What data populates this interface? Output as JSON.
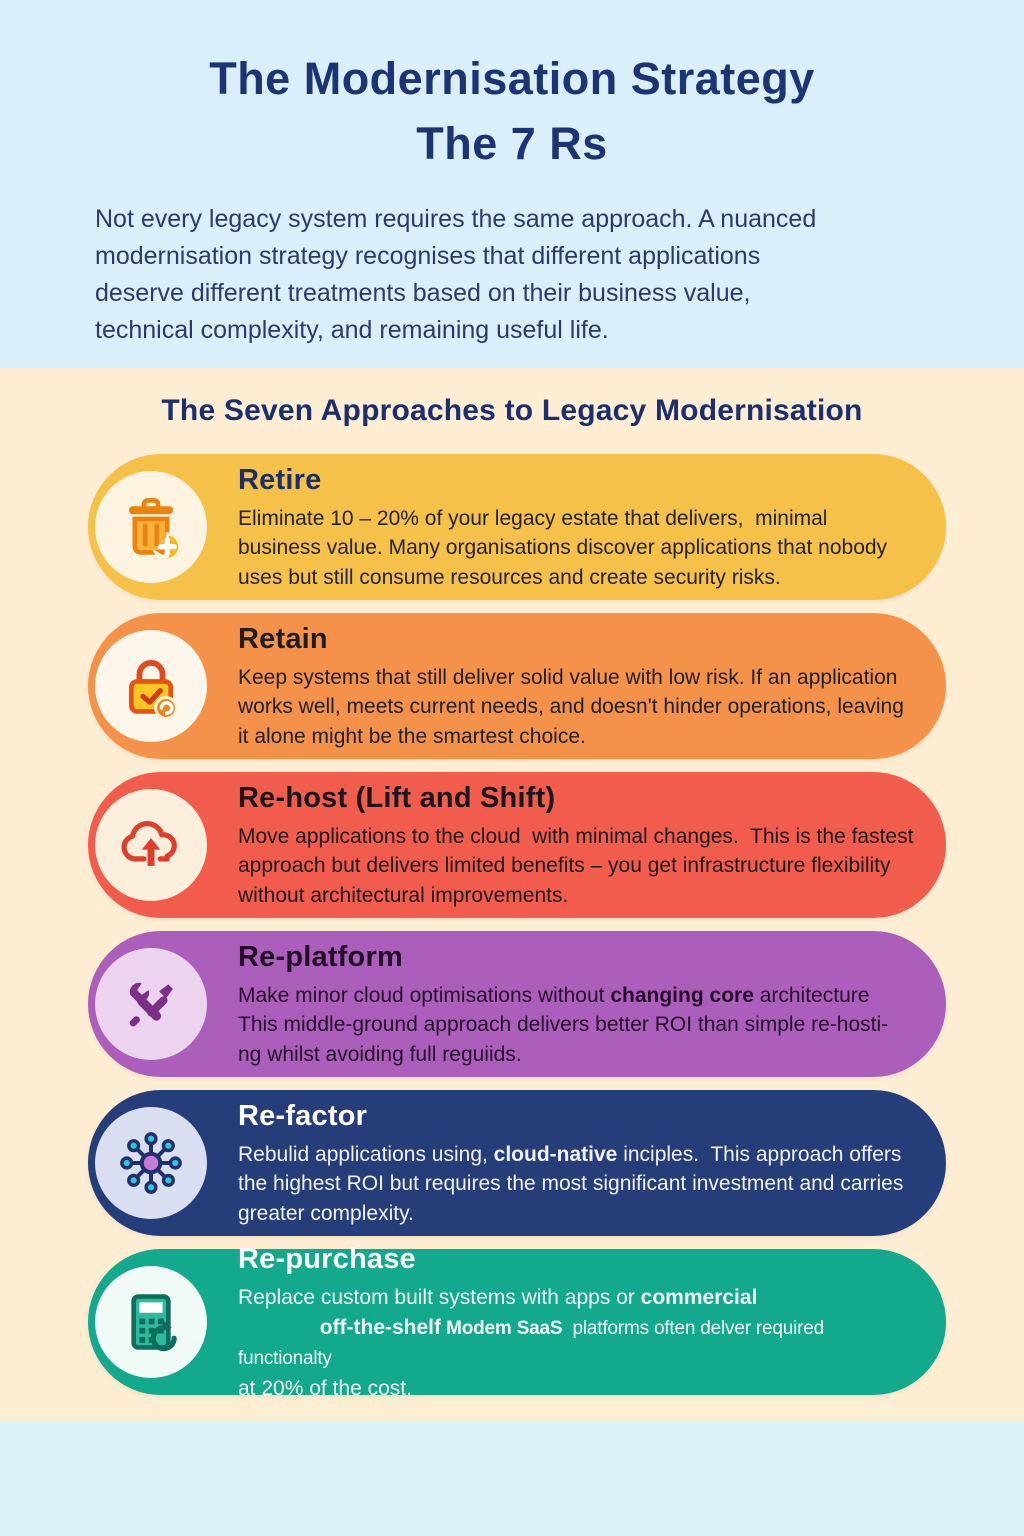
{
  "hero": {
    "title_line1": "The Modernisation Strategy",
    "title_line2": "The 7 Rs",
    "intro_lines": [
      {
        "text": "Not every legacy system requires the same approach. A nuanced"
      },
      {
        "br": true
      },
      {
        "text": "modernisation strategy recognises that different applications"
      },
      {
        "br": true
      },
      {
        "text": "deserve different treatments based on their business value,"
      },
      {
        "br": true
      },
      {
        "text": "technical complexity, and remaining useful life."
      }
    ]
  },
  "section": {
    "heading": "The Seven Approaches to Legacy Modernisation"
  },
  "cards": [
    {
      "title": "Retire",
      "icon": "trash-icon",
      "colors": {
        "bg": "#f6c149",
        "circle": "#fcf3e1",
        "title": "#1b2e6e",
        "text": "#23232e"
      },
      "description": [
        {
          "text": "Eliminate 10 – 20% of your legacy estate that delivers,  minimal"
        },
        {
          "br": true
        },
        {
          "text": "business value. Many organisations discover applications that nobody"
        },
        {
          "br": true
        },
        {
          "text": "uses but still consume resources and create security risks."
        }
      ]
    },
    {
      "title": "Retain",
      "icon": "lock-icon",
      "colors": {
        "bg": "#f5924a",
        "circle": "#fdf6ea",
        "title": "#1e1e26",
        "text": "#1f1f26"
      },
      "description": [
        {
          "text": "Keep systems that still deliver solid value with low risk. If an application"
        },
        {
          "br": true
        },
        {
          "text": "works well, meets current needs, and doesn't hinder operations, leaving"
        },
        {
          "br": true
        },
        {
          "text": "it alone might be the smartest choice."
        }
      ]
    },
    {
      "title": "Re-host (Lift and Shift)",
      "icon": "cloud-upload-icon",
      "colors": {
        "bg": "#f25c4d",
        "circle": "#fbefdc",
        "title": "#17171d",
        "text": "#1b1b20"
      },
      "description": [
        {
          "text": "Move applications to the cloud  with minimal changes.  This is the fastest"
        },
        {
          "br": true
        },
        {
          "text": "approach but delivers limited benefits – you get infrastructure flexibility"
        },
        {
          "br": true
        },
        {
          "text": "without architectural improvements."
        }
      ]
    },
    {
      "title": "Re-platform",
      "icon": "tools-icon",
      "colors": {
        "bg": "#ab5fba",
        "circle": "#ecd4ef",
        "title": "#220e27",
        "text": "#270e2c"
      },
      "description": [
        {
          "text": "Make minor cloud optimisations without "
        },
        {
          "text": "changing core",
          "b": true
        },
        {
          "text": " architecture"
        },
        {
          "br": true
        },
        {
          "text": "This middle-ground approach delivers better ROI than simple re-hosti-"
        },
        {
          "br": true
        },
        {
          "text": "ng whilst avoiding full reguiids."
        }
      ]
    },
    {
      "title": "Re-factor",
      "icon": "network-icon",
      "colors": {
        "bg": "#253d79",
        "circle": "#d9def1",
        "title": "#ffffff",
        "text": "#eff3fb"
      },
      "description": [
        {
          "text": "Rebulid applications using, "
        },
        {
          "text": "cloud-native",
          "m": true
        },
        {
          "text": " inciples.  This approach offers"
        },
        {
          "br": true
        },
        {
          "text": "the highest ROI but requires the most significant investment and carries"
        },
        {
          "br": true
        },
        {
          "text": "greater complexity."
        }
      ]
    },
    {
      "title": "Re-purchase",
      "icon": "calculator-icon",
      "colors": {
        "bg": "#12a98c",
        "circle": "#f0faf7",
        "title": "#ffffff",
        "text": "#f2fbf8"
      },
      "description": [
        {
          "text": "Replace custom built systems with apps or "
        },
        {
          "text": "commercial",
          "b": true
        },
        {
          "br": true
        },
        {
          "text": "              "
        },
        {
          "text": "off-the-shelf",
          "b": true
        },
        {
          "text": " ",
          "sm": true
        },
        {
          "text": "Modem SaaS",
          "m": true,
          "sm": true
        },
        {
          "text": "  platforms often delver required functionalty",
          "sm": true
        },
        {
          "br": true
        },
        {
          "text": "at 20% of the cost."
        }
      ]
    }
  ]
}
